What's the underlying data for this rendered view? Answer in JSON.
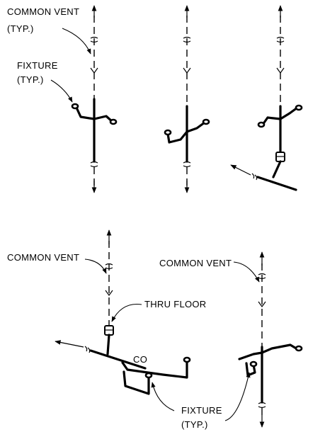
{
  "labels": {
    "common_vent": "COMMON VENT",
    "typ": "(TYP.)",
    "fixture": "FIXTURE",
    "thru_floor": "THRU FLOOR",
    "co": "CO",
    "fixture_typ_bottom": "(TYP.)"
  }
}
